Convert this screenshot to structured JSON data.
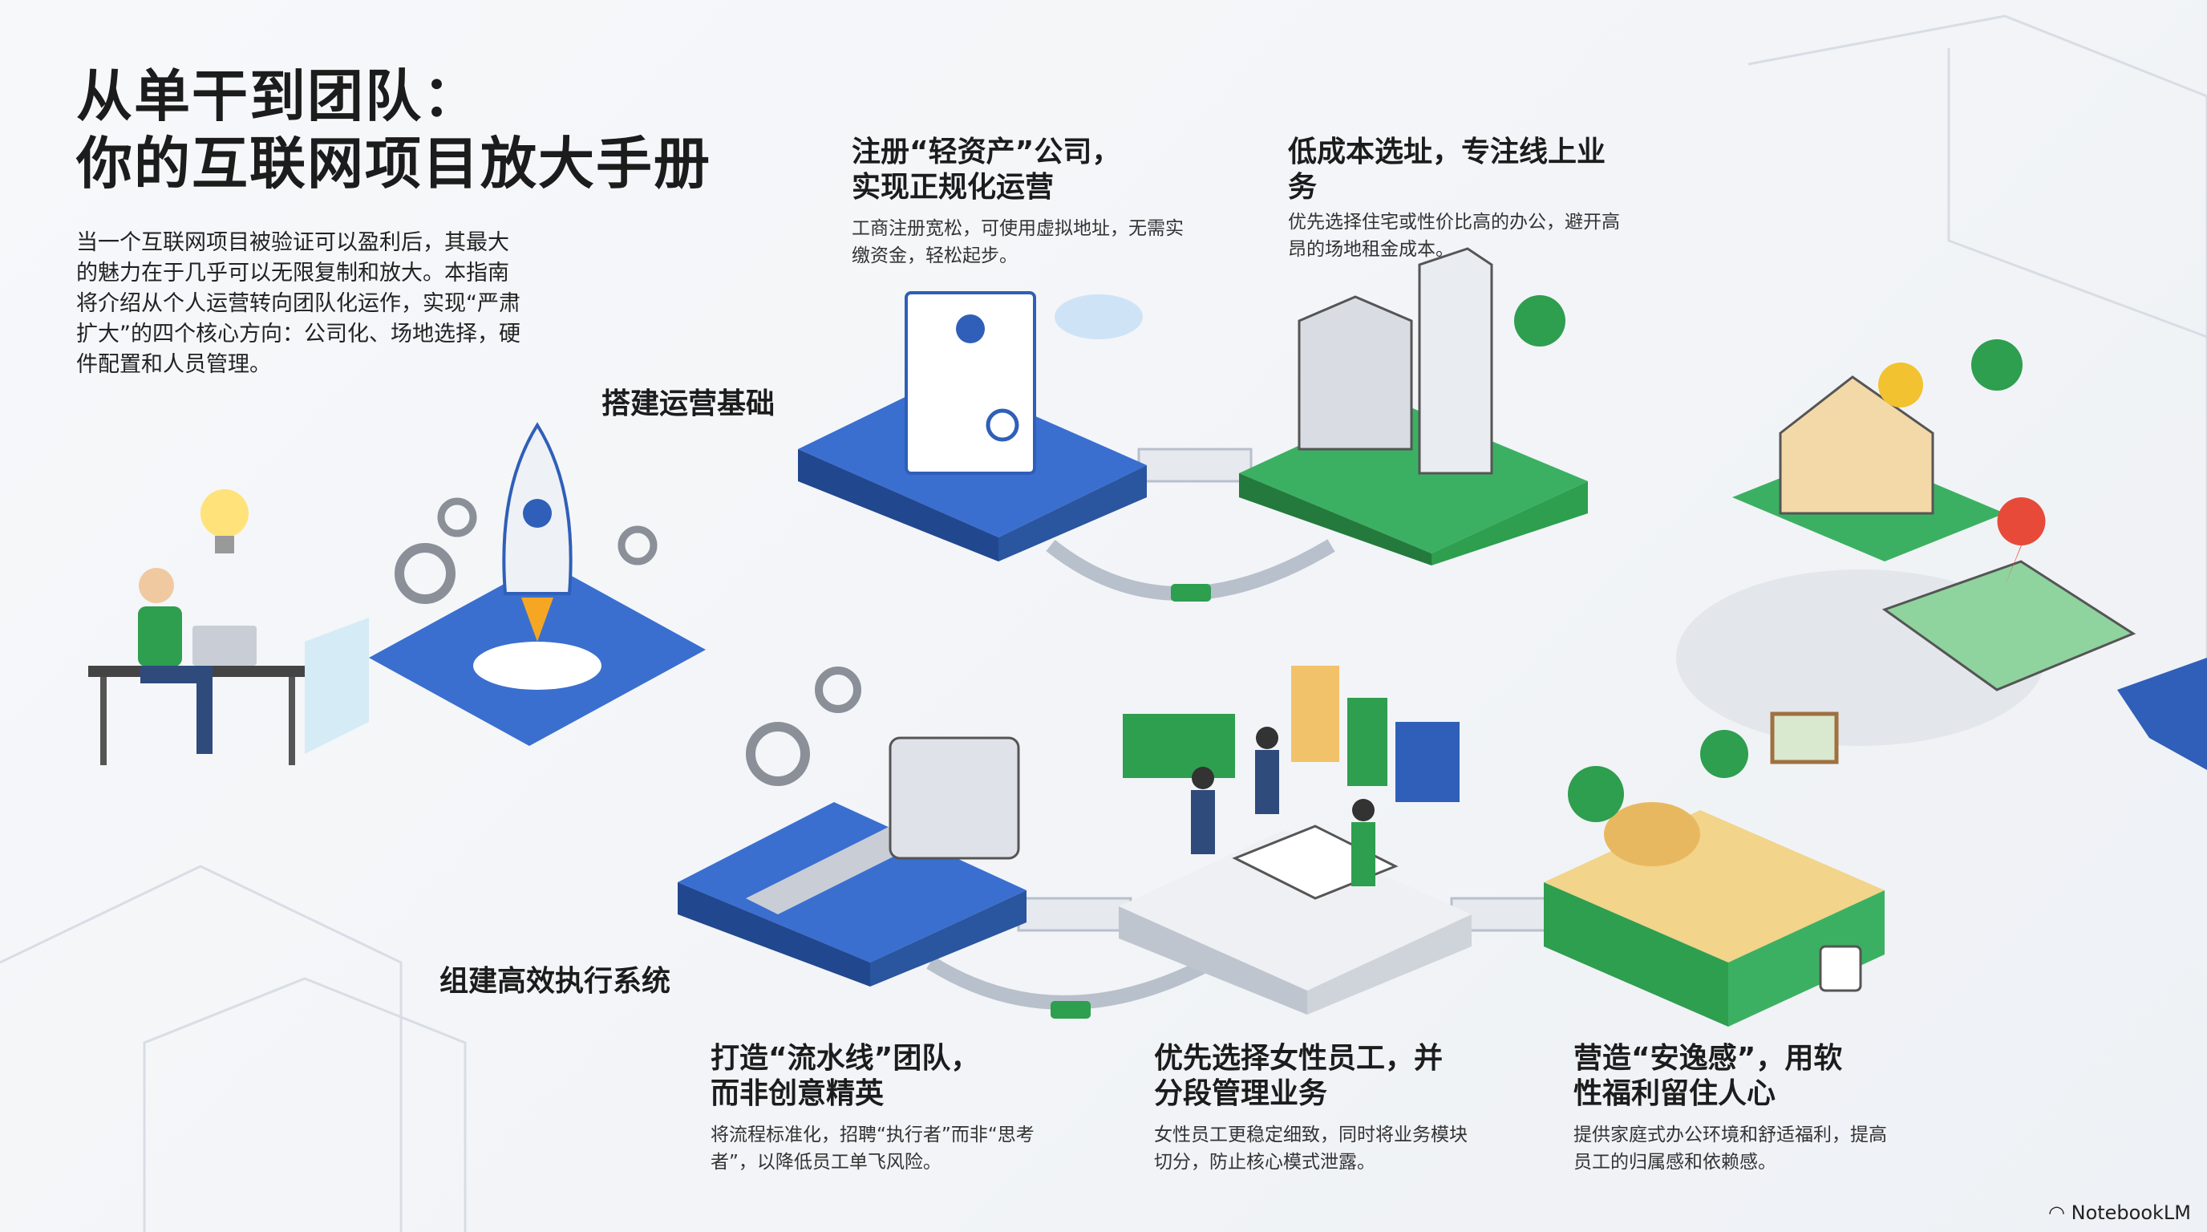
{
  "title": {
    "line1": "从单干到团队：",
    "line2": "你的互联网项目放大手册"
  },
  "intro": "当一个互联网项目被验证可以盈利后，其最大的魅力在于几乎可以无限复制和放大。本指南将介绍从个人运营转向团队化运作，实现“严肃扩大”的四个核心方向：公司化、场地选择，硬件配置和人员管理。",
  "sections": {
    "foundation": "搭建运营基础",
    "execution": "组建高效执行系统"
  },
  "cards": [
    {
      "title1": "注册“轻资产”公司，",
      "title2": "实现正规化运营",
      "desc": "工商注册宽松，可使用虚拟地址，无需实缴资金，轻松起步。"
    },
    {
      "title1": "低成本选址，专注线上业务",
      "title2": "",
      "desc": "优先选择住宅或性价比高的办公，避开高昂的场地租金成本。"
    },
    {
      "title1": "打造“流水线”团队，",
      "title2": "而非创意精英",
      "desc": "将流程标准化，招聘“执行者”而非“思考者”，以降低员工单飞风险。"
    },
    {
      "title1": "优先选择女性员工，并",
      "title2": "分段管理业务",
      "desc": "女性员工更稳定细致，同时将业务模块切分，防止核心模式泄露。"
    },
    {
      "title1": "营造“安逸感”，用软",
      "title2": "性福利留住人心",
      "desc": "提供家庭式办公环境和舒适福利，提高员工的归属感和依赖感。"
    }
  ],
  "brand": "NotebookLM",
  "colors": {
    "blue": "#2f5fb8",
    "green": "#2e9e4f",
    "gray": "#d9dde3",
    "accent": "#f2c230"
  }
}
